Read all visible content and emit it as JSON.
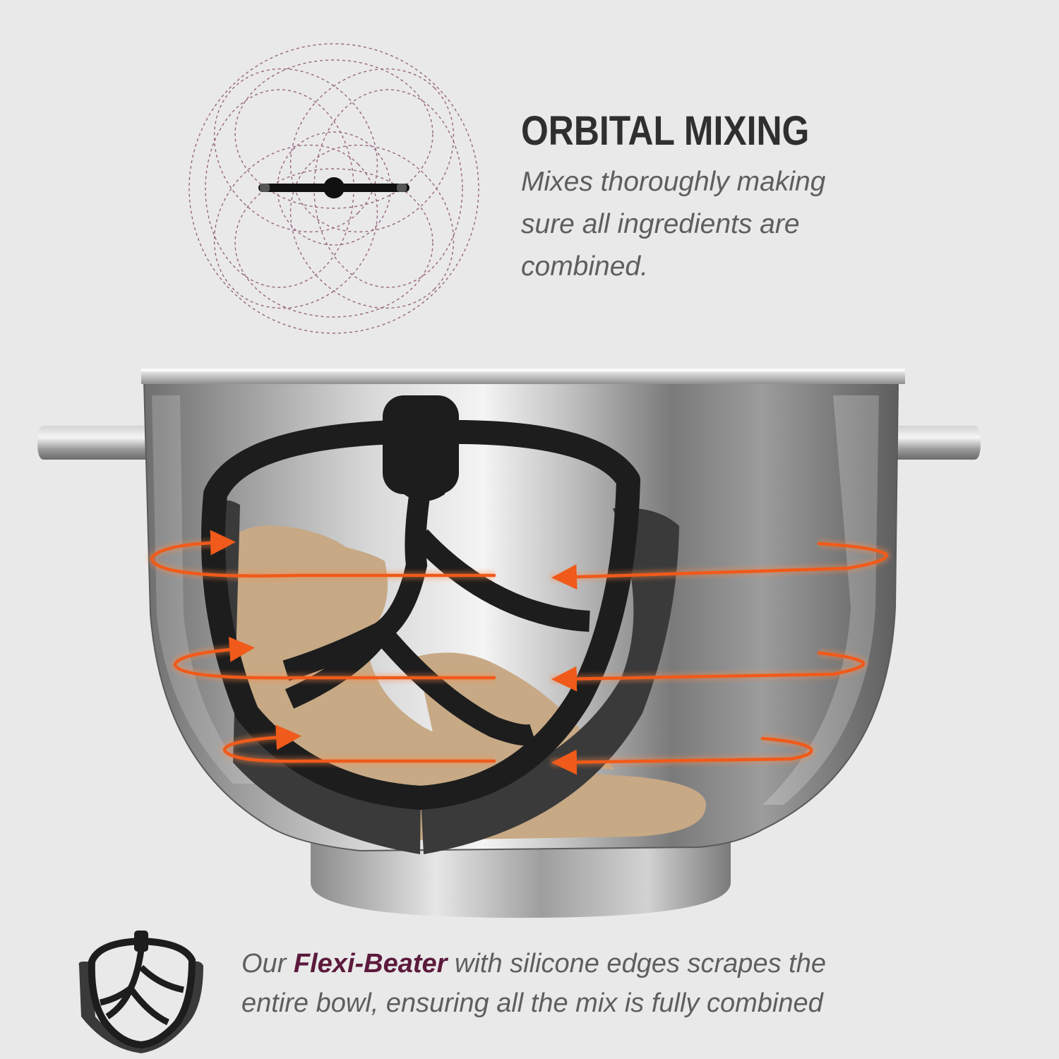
{
  "heading": "ORBITAL MIXING",
  "subtext": {
    "lines": [
      "Mixes thoroughly making",
      "sure all ingredients are",
      "combined."
    ]
  },
  "caption": {
    "prefix": "Our ",
    "brand": "Flexi-Beater",
    "line1_rest": " with silicone edges scrapes the",
    "line2": "entire bowl, ensuring all the mix is fully combined"
  },
  "colors": {
    "background": "#e9e9e9",
    "arrow": "#f05a1a",
    "beater": "#1d1d1d",
    "silicone": "#3a3a3a",
    "dough": "#c7a985",
    "brand_text": "#5c1a3c",
    "orbit_lines": "#7a3a5c"
  },
  "icons": {
    "orbit": "orbital-path-icon",
    "beater": "flexi-beater-icon"
  }
}
